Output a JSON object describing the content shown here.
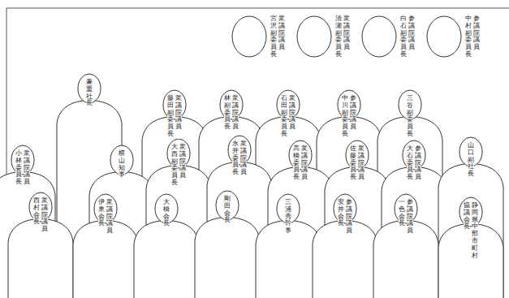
{
  "diagram": {
    "nodes": [
      {
        "text": [
          "衆議院議員",
          "宮沢副委員長"
        ]
      },
      {
        "text": [
          "衆議院議員",
          "清瀬副委員長"
        ]
      },
      {
        "text": [
          "参議院議員",
          "白石副委員長"
        ]
      },
      {
        "text": [
          "参議院議員",
          "中村副委員長"
        ]
      },
      {
        "text": [
          "兼重社長"
        ]
      },
      {
        "text": [
          "衆議院議員",
          "藤田副委員長"
        ]
      },
      {
        "text": [
          "衆議院議員",
          "林副委員長"
        ]
      },
      {
        "text": [
          "衆議院議員",
          "石田副委員長"
        ]
      },
      {
        "text": [
          "参議院議員",
          "中川副委員長"
        ]
      },
      {
        "text": [
          "三谷副委員長"
        ]
      },
      {
        "text": [
          "衆議院議員",
          "小林委員長"
        ]
      },
      {
        "text": [
          "横山知事"
        ]
      },
      {
        "text": [
          "衆議院議員",
          "大西副委員長"
        ]
      },
      {
        "text": [
          "衆議院議員",
          "永井委員長"
        ]
      },
      {
        "text": [
          "衆議院議員",
          "高橋委員長"
        ]
      },
      {
        "text": [
          "衆議院議員",
          "佐藤委員長"
        ]
      },
      {
        "text": [
          "参議院議員",
          "大石委員長"
        ]
      },
      {
        "text": [
          "山口副社長"
        ]
      },
      {
        "text": [
          "衆議院議員",
          "西村会長"
        ]
      },
      {
        "text": [
          "衆議院議員",
          "伊東会長"
        ]
      },
      {
        "text": [
          "大橋会長"
        ]
      },
      {
        "text": [
          "剛田会長"
        ]
      },
      {
        "text": [
          "三浦秀幹事"
        ]
      },
      {
        "text": [
          "参議院議員",
          "安井会長"
        ]
      },
      {
        "text": [
          "参議院議員",
          "一色会長"
        ]
      },
      {
        "text": [
          "静岡県中部市町村",
          "協議会長"
        ]
      }
    ]
  }
}
